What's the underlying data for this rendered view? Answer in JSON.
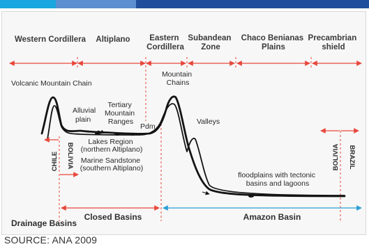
{
  "regions": [
    "Western Cordillera",
    "Altiplano",
    "Eastern Cordillera",
    "Subandean Zone",
    "Chaco Benianas Plains",
    "Precambrian shield"
  ],
  "annotations": {
    "volcanic": "Volcanic Mountain Chain",
    "alluvial_plain": "Alluvial plain",
    "tertiary": "Tertiary Mountain Ranges",
    "pdm": "Pdm",
    "mountain_chains": "Mountain Chains",
    "valleys": "Valleys",
    "lakes_region": "Lakes Region (northern Altiplano)",
    "marine_sandstone": "Marine Sandstone (southern Altiplano)",
    "floodplains": "floodplains with tectonic basins and lagoons"
  },
  "borders": {
    "chile": "CHILE",
    "bolivia_left": "BOLIVIA",
    "bolivia_right": "BOLIVIA",
    "brazil": "BRAZIL"
  },
  "drainage": {
    "label": "Drainage Basins",
    "closed": "Closed Basins",
    "amazon": "Amazon Basin"
  },
  "source": "SOURCE: ANA 2009",
  "colors": {
    "arrow": "#e8473b",
    "amazon_arrow": "#2a9fd6",
    "profile": "#141414",
    "top_bar": [
      "#1aa6de",
      "#5b8fd1",
      "#1f4f9c"
    ]
  }
}
